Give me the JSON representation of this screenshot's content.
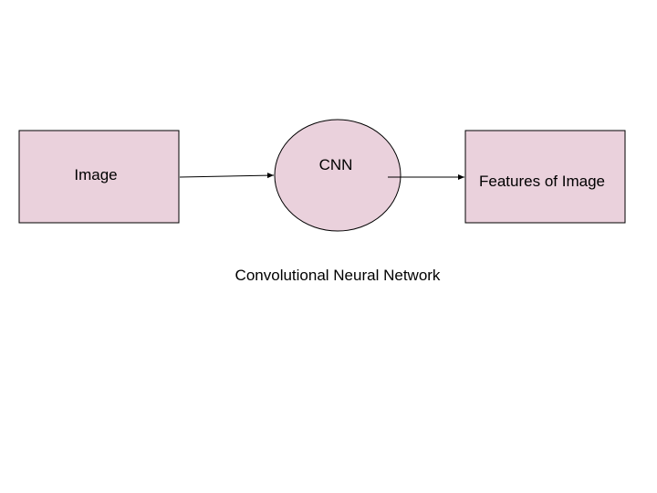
{
  "nodes": {
    "input": {
      "label": "Image"
    },
    "model": {
      "label": "CNN"
    },
    "output": {
      "label": "Features of Image"
    }
  },
  "caption": "Convolutional Neural Network",
  "colors": {
    "node_fill": "#ead1dc",
    "stroke": "#000000",
    "background": "#ffffff"
  }
}
